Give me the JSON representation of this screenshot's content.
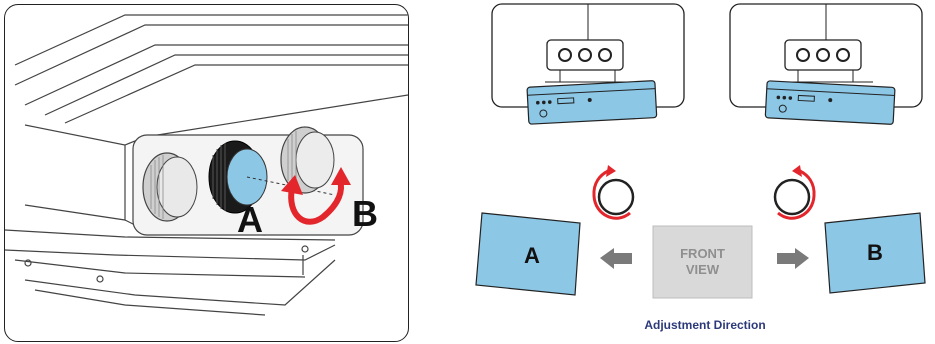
{
  "left_illustration": {
    "label_a": "A",
    "label_b": "B"
  },
  "right_illustration": {
    "box_a_label": "A",
    "box_b_label": "B",
    "front_view_line1": "FRONT",
    "front_view_line2": "VIEW",
    "caption": "Adjustment Direction"
  },
  "colors": {
    "lens_blue": "#8cc7e6",
    "arrow_red": "#e3262c",
    "grey_box": "#d9d9d9",
    "grey_arrow": "#7a7a7a",
    "caption_text": "#2c3a7a"
  }
}
